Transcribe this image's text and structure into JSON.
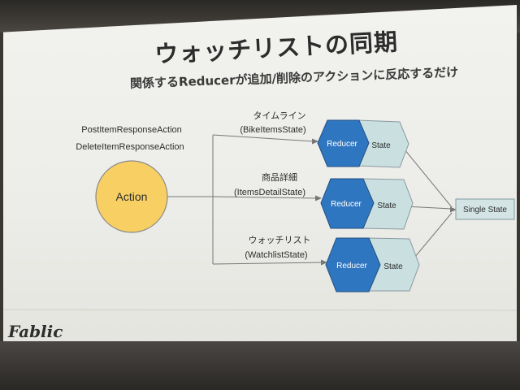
{
  "slide": {
    "title": "ウォッチリストの同期",
    "subtitle": "関係するReducerが追加/削除のアクションに反応するだけ",
    "logo": "Fablic"
  },
  "diagram": {
    "action_names": [
      "PostItemResponseAction",
      "DeleteItemResponseAction"
    ],
    "action_node": "Action",
    "branches": [
      {
        "label": "タイムライン",
        "state_class": "(BikeItemsState)",
        "reducer": "Reducer",
        "state": "State"
      },
      {
        "label": "商品詳細",
        "state_class": "(ItemsDetailState)",
        "reducer": "Reducer",
        "state": "State"
      },
      {
        "label": "ウォッチリスト",
        "state_class": "(WatchlistState)",
        "reducer": "Reducer",
        "state": "State"
      }
    ],
    "output": "Single State",
    "colors": {
      "action_fill": "#f7cf63",
      "reducer_fill": "#2f76c0",
      "state_fill": "#c9dfe0",
      "output_fill": "#d4e4e4"
    }
  }
}
